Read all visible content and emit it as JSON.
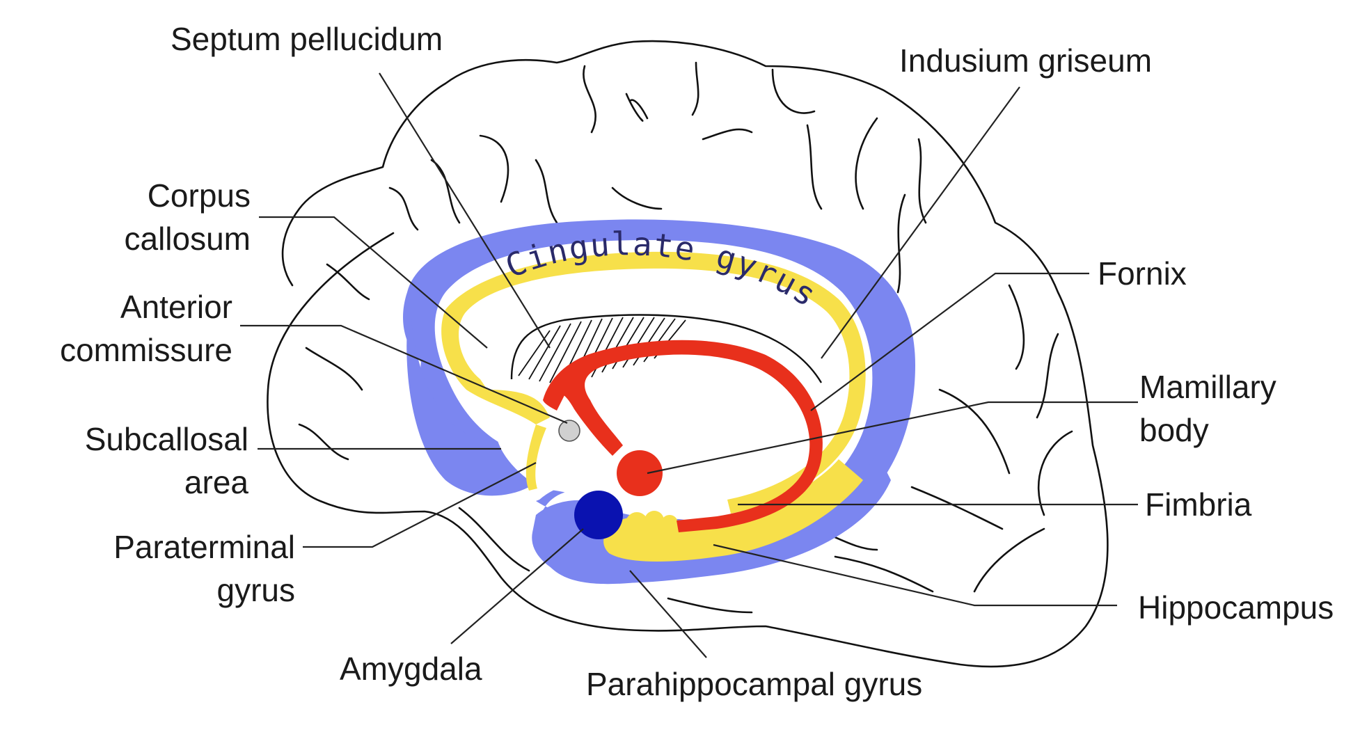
{
  "labels": {
    "septum_pellucidum": "Septum pellucidum",
    "indusium_griseum": "Indusium griseum",
    "corpus_callosum": [
      "Corpus",
      "callosum"
    ],
    "fornix": "Fornix",
    "anterior_commissure": [
      "Anterior",
      "commissure"
    ],
    "mamillary_body": [
      "Mamillary",
      "body"
    ],
    "subcallosal_area": [
      "Subcallosal",
      "area"
    ],
    "fimbria": "Fimbria",
    "paraterminal_gyrus": [
      "Paraterminal",
      "gyrus"
    ],
    "hippocampus": "Hippocampus",
    "amygdala": "Amygdala",
    "parahippocampal_gyrus": "Parahippocampal gyrus",
    "cingulate_gyrus": "Cingulate gyrus"
  },
  "colors": {
    "cingulate_gyrus": "#7b86f0",
    "corpus_callosum": "#f7e04a",
    "fornix": "#e8301c",
    "amygdala": "#0a12b0",
    "anterior_commissure": "#d0d0d0",
    "outline": "#111111"
  }
}
